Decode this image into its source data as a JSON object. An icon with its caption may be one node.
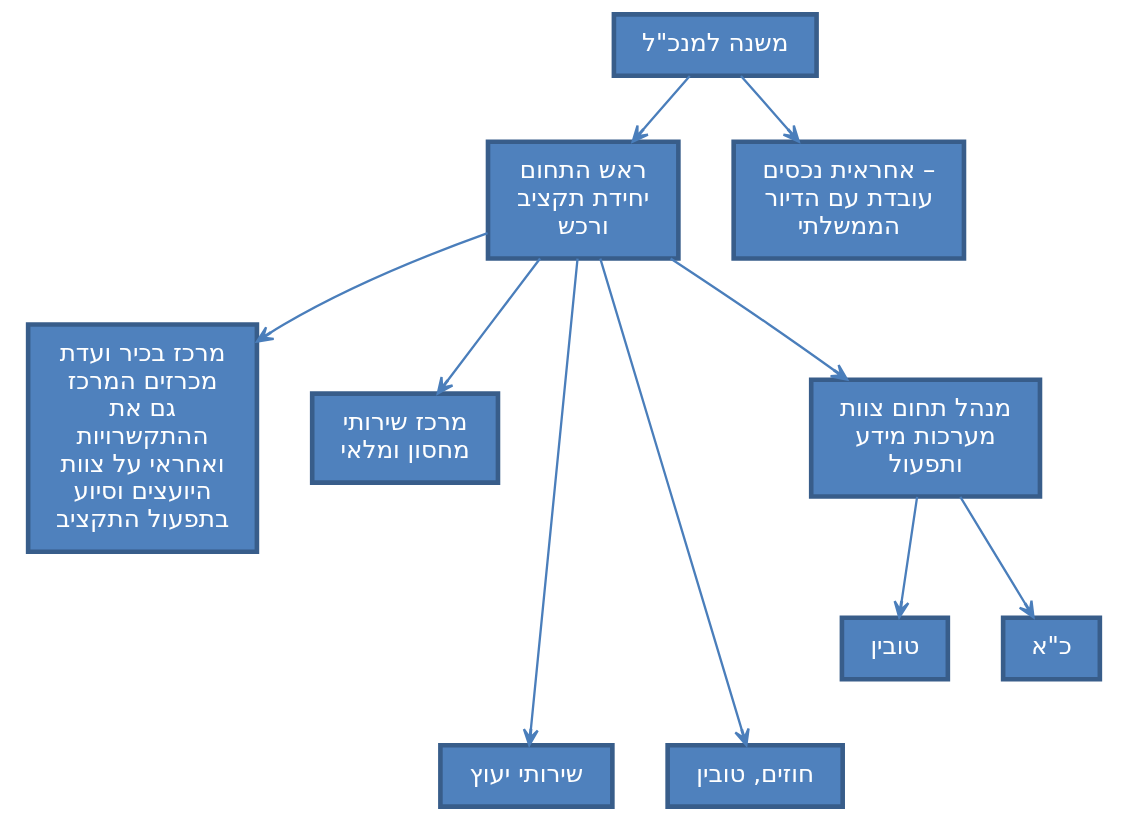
{
  "diagram": {
    "nodes": [
      {
        "text": [
          "משנה למנכ\"ל"
        ]
      },
      {
        "text": [
          "אחראית נכסים – עובדת עם הדיור הממשלתי"
        ]
      },
      {
        "text": [
          "ראש התחום יחידת תקציב ורכש"
        ]
      },
      {
        "text": [
          "מנהל תחום צוות מערכות מידע ותפעול"
        ]
      },
      {
        "text": [
          "מרכז שירותי מחסון ומלאי"
        ]
      },
      {
        "text": [
          "מרכז בכיר ועדת מכרזים המרכז גם את ההתקשרויות ואחראי על צוות היועצים וסיוע בתפעול התקציב"
        ]
      },
      {
        "text": [
          "כ\"א"
        ]
      },
      {
        "text": [
          "טובין"
        ]
      },
      {
        "text": [
          "חוזים, טובין"
        ]
      },
      {
        "text": [
          "שירותי יעוץ"
        ]
      }
    ],
    "edges": [
      {
        "from": 0,
        "to": 2,
        "arrow": "to"
      },
      {
        "from": 0,
        "to": 1,
        "arrow": "to"
      },
      {
        "from": 2,
        "to": 5,
        "arrow": "to"
      },
      {
        "from": 2,
        "to": 4,
        "arrow": "to"
      },
      {
        "from": 2,
        "to": 9,
        "arrow": "to"
      },
      {
        "from": 2,
        "to": 8,
        "arrow": "to"
      },
      {
        "from": 2,
        "to": 3,
        "arrow": "to"
      },
      {
        "from": 3,
        "to": 7,
        "arrow": "to"
      },
      {
        "from": 3,
        "to": 6,
        "arrow": "to"
      }
    ]
  }
}
